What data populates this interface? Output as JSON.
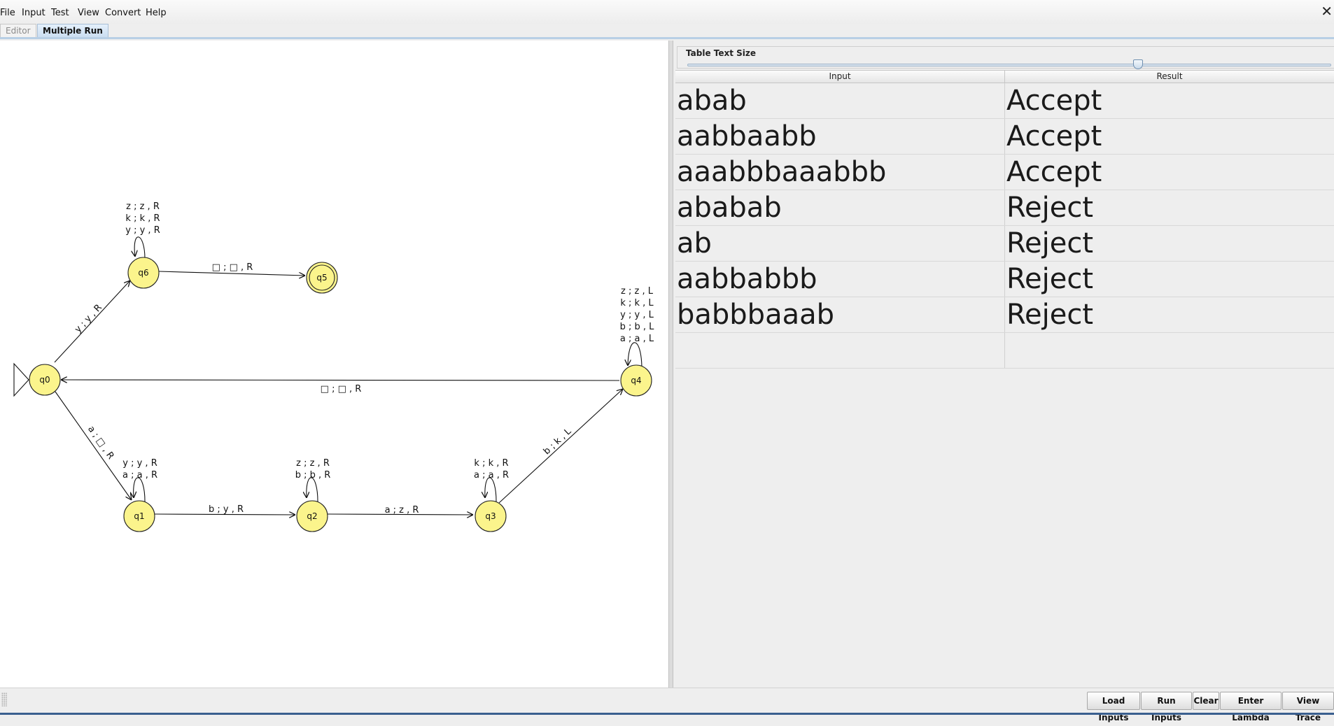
{
  "menu": [
    "File",
    "Input",
    "Test",
    "View",
    "Convert",
    "Help"
  ],
  "close_glyph": "✕",
  "tabs": {
    "editor": "Editor",
    "multiple_run": "Multiple Run"
  },
  "automaton": {
    "states": [
      "q0",
      "q1",
      "q2",
      "q3",
      "q4",
      "q5",
      "q6"
    ],
    "initial_state": "q0",
    "final_states": [
      "q5"
    ],
    "transition_labels": {
      "q6_loop": [
        "z ; z , R",
        "k ; k , R",
        "y ; y , R"
      ],
      "q6_q5": "□ ; □ , R",
      "q0_q6": "y ; y , R",
      "q4_loop": [
        "z ; z , L",
        "k ; k , L",
        "y ; y , L",
        "b ; b , L",
        "a ; a , L"
      ],
      "q4_q0": "□ ; □ , R",
      "q0_q1": "a ; □ , R",
      "q1_loop": [
        "y ; y , R",
        "a ; a , R"
      ],
      "q1_q2": "b ; y , R",
      "q2_loop": [
        "z ; z , R",
        "b ; b , R"
      ],
      "q2_q3": "a ; z , R",
      "q3_loop": [
        "k ; k , R",
        "a ; a , R"
      ],
      "q3_q4": "b ; k , L"
    }
  },
  "table_text_size": {
    "label": "Table Text Size",
    "value_fraction": 0.7
  },
  "table": {
    "columns": [
      "Input",
      "Result"
    ],
    "rows": [
      {
        "input": "abab",
        "result": "Accept"
      },
      {
        "input": "aabbaabb",
        "result": "Accept"
      },
      {
        "input": "aaabbbaaabbb",
        "result": "Accept"
      },
      {
        "input": "ababab",
        "result": "Reject"
      },
      {
        "input": "ab",
        "result": "Reject"
      },
      {
        "input": "aabbabbb",
        "result": "Reject"
      },
      {
        "input": "babbbaaab",
        "result": "Reject"
      },
      {
        "input": "",
        "result": ""
      }
    ]
  },
  "buttons": {
    "load_inputs": "Load Inputs",
    "run_inputs": "Run Inputs",
    "clear": "Clear",
    "enter_lambda": "Enter Lambda",
    "view_trace": "View Trace"
  }
}
